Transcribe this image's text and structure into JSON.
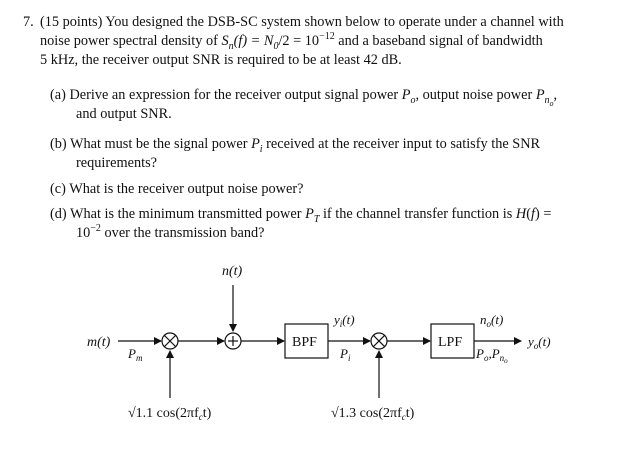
{
  "problem": {
    "number": "7.",
    "intro": [
      "(15 points) You designed the DSB-SC system shown below to operate under a channel with",
      "noise power spectral density of",
      "and a baseband signal of bandwidth",
      "5 kHz, the receiver output SNR is required to be at least 42 dB."
    ],
    "psd_lhs": "S",
    "psd_sub": "n",
    "psd_arg": "(f) = N",
    "psd_n_sub": "0",
    "psd_rhs": "/2 = 10",
    "psd_exp": "−12",
    "parts": [
      {
        "label": "(a)",
        "text1": "Derive an expression for the receiver output signal power",
        "text2": "and output SNR."
      },
      {
        "label": "(b)",
        "text1": "What must be the signal power",
        "text1b": "received at the receiver input to satisfy the SNR",
        "text2": "requirements?"
      },
      {
        "label": "(c)",
        "text1": "What is the receiver output noise power?"
      },
      {
        "label": "(d)",
        "text1": "What is the minimum transmitted power",
        "text1b": "if the channel transfer function is",
        "text2": "over the transmission band?"
      }
    ]
  },
  "diagram": {
    "noise_label": "n(t)",
    "input_label": "m(t)",
    "pm_label": "P",
    "pm_sub": "m",
    "carrier1_label": "√1.1 cos(2πf",
    "carrier1_sub": "c",
    "carrier1_tail": "t)",
    "bpf_label": "BPF",
    "yi_label": "y",
    "yi_sub": "i",
    "yi_tail": "(t)",
    "pi_label": "P",
    "pi_sub": "i",
    "carrier2_label": "√1.3 cos(2πf",
    "carrier2_sub": "c",
    "carrier2_tail": "t)",
    "lpf_label": "LPF",
    "no_label": "n",
    "no_sub": "o",
    "no_tail": "(t)",
    "yo_label": "y",
    "yo_sub": "o",
    "yo_tail": "(t)",
    "po_label": "P",
    "po_sub": "o",
    "pno_label": ",P",
    "pno_sub": "n",
    "pno_subsub": "o"
  }
}
